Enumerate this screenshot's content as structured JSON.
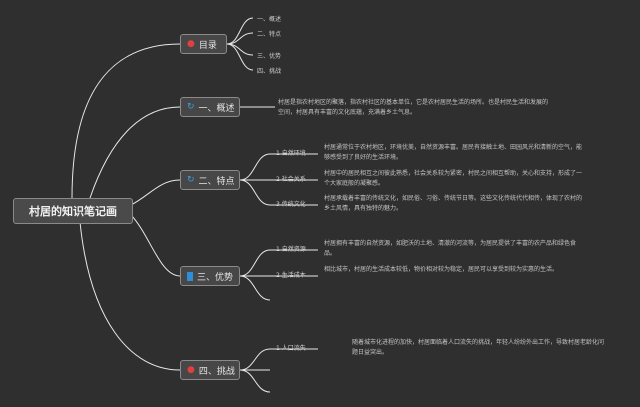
{
  "root": {
    "title": "村居的知识笔记画"
  },
  "branches": [
    {
      "label": "目录",
      "icon": "red-dot-icon",
      "color": "#e04040"
    },
    {
      "label": "一、概述",
      "icon": "blue-swirl-icon",
      "color": "#3aa0e0"
    },
    {
      "label": "二、特点",
      "icon": "blue-swirl-icon",
      "color": "#3aa0e0"
    },
    {
      "label": "三、优势",
      "icon": "windows-square-icon",
      "color": "#2d8fd8"
    },
    {
      "label": "四、挑战",
      "icon": "red-dot-icon",
      "color": "#e04040"
    }
  ],
  "toc": [
    "一、概述",
    "二、特点",
    "三、优势",
    "四、挑战"
  ],
  "overview": "村居是指农村地区的聚落，指农村社区的基本单位，它是农村居民生活的场所。也是村民生活和发展的空间，村居具有丰富的文化底蕴，充满着乡土气息。",
  "features": [
    {
      "label": "1 自然环境",
      "text": "村居通常位于农村地区，环境优美，自然资源丰富。居民有接触土地、田园风光和清新的空气，能够感受到了良好的生活环境。"
    },
    {
      "label": "2 社会关系",
      "text": "村居中的居民相互之间彼此熟悉，社会关系较为紧密，村民之间相互帮助，关心和支持，形成了一个大家庭般的凝聚感。"
    },
    {
      "label": "3 传统文化",
      "text": "村居承载着丰富的传统文化，如民俗、习俗、传统节日等。这些文化传统代代相传，体现了农村的乡土风情，具有独特的魅力。"
    }
  ],
  "advantages": [
    {
      "label": "1 自然资源",
      "text": "村居拥有丰富的自然资源，如肥沃的土地、清澈的河流等，为居民提供了丰富的农产品和绿色食品。"
    },
    {
      "label": "2 生活成本",
      "text": "相比城市，村居的生活成本较低，物价相对较为稳定，居民可以享受到较为实惠的生活。"
    }
  ],
  "challenges": [
    {
      "label": "1 人口流失",
      "text": "随着城市化进程的加快，村居面临着人口流失的挑战，年轻人纷纷外出工作，导致村居老龄化问题日益突出。"
    }
  ]
}
